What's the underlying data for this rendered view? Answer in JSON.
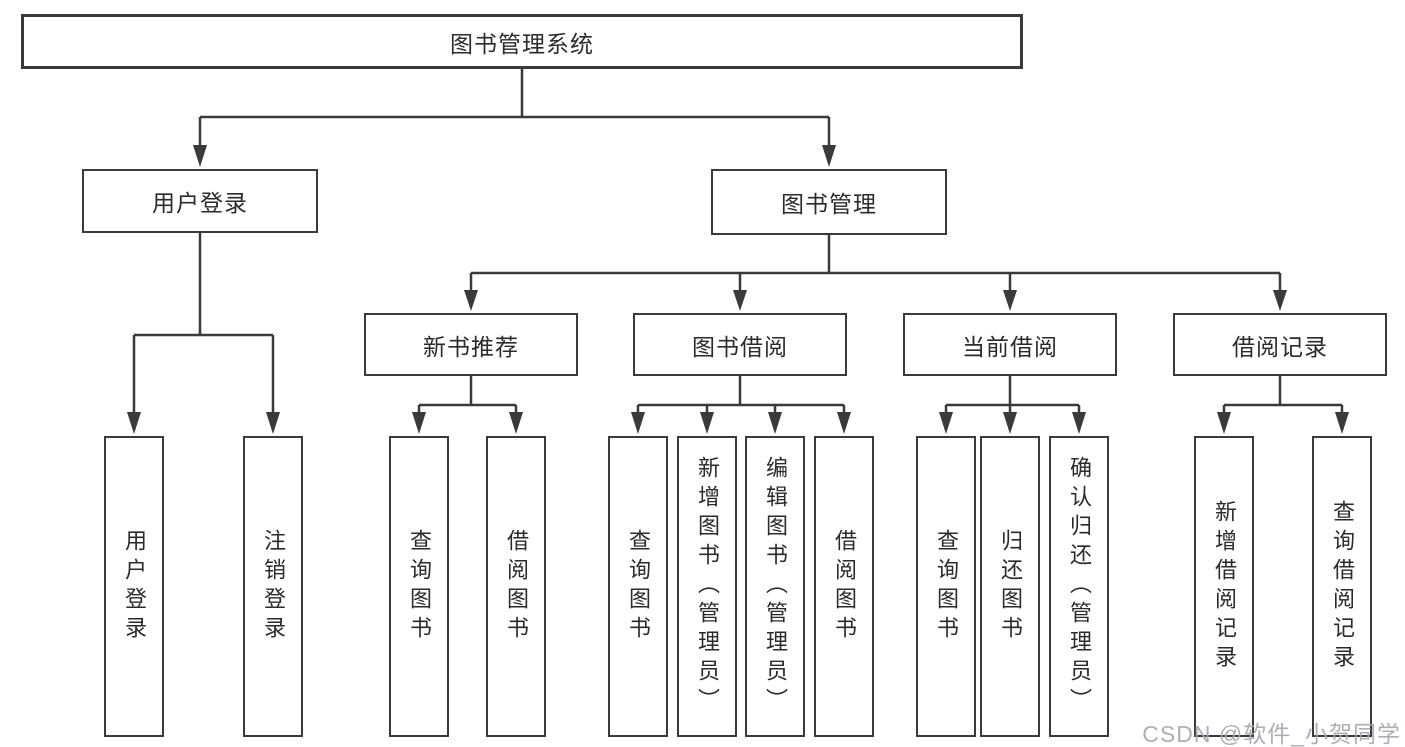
{
  "colors": {
    "line": "#3a3a3a",
    "box_border": "#3a3a3a",
    "box_background": "#ffffff",
    "text": "#2b2b2b",
    "watermark": "#a8abb2",
    "page_background": "#ffffff"
  },
  "watermark": {
    "text": "CSDN @软件_小贺同学"
  },
  "tree": {
    "root": {
      "label": "图书管理系统",
      "children": [
        {
          "label": "用户登录",
          "children": [
            {
              "label": "用户登录"
            },
            {
              "label": "注销登录"
            }
          ]
        },
        {
          "label": "图书管理",
          "children": [
            {
              "label": "新书推荐",
              "children": [
                {
                  "label": "查询图书"
                },
                {
                  "label": "借阅图书"
                }
              ]
            },
            {
              "label": "图书借阅",
              "children": [
                {
                  "label": "查询图书"
                },
                {
                  "label": "新增图书（管理员）"
                },
                {
                  "label": "编辑图书（管理员）"
                },
                {
                  "label": "借阅图书"
                }
              ]
            },
            {
              "label": "当前借阅",
              "children": [
                {
                  "label": "查询图书"
                },
                {
                  "label": "归还图书"
                },
                {
                  "label": "确认归还（管理员）"
                }
              ]
            },
            {
              "label": "借阅记录",
              "children": [
                {
                  "label": "新增借阅记录"
                },
                {
                  "label": "查询借阅记录"
                }
              ]
            }
          ]
        }
      ]
    }
  }
}
